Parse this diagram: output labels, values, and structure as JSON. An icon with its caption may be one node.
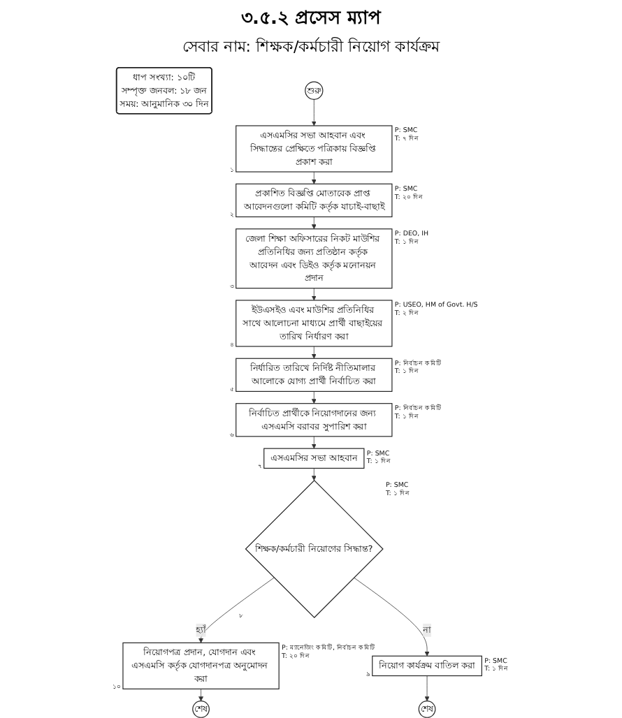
{
  "diagram": {
    "title": "৩.৫.২ প্রসেস ম্যাপ",
    "nodes": [
      {
        "text": [
          "ধাপ সংখ্যা: ১০টি",
          "সম্পৃক্ত জনবল: ১৮ জন",
          "সময়: আনুমানিক ৩০ দিন"
        ]
      },
      {
        "text": [
          "শুরু"
        ]
      },
      {
        "text": [
          "এসএমসির সভা আহবান এবং সিদ্ধান্তের প্রেক্ষিতে পত্রিকায় বিজ্ঞপ্তি প্রকাশ করা"
        ],
        "beside": [
          "P: SMC",
          "T: ৭ দিন",
          "১"
        ]
      },
      {
        "text": [
          "প্রকাশিত বিজ্ঞপ্তি মোতাবেক প্রাপ্ত আবেদনগুলো কমিটি কর্তৃক যাচাই-বাছাই"
        ],
        "beside": [
          "P: SMC",
          "T: ২০ দিন",
          "২"
        ]
      },
      {
        "text": [
          "জেলা শিক্ষা অফিসারের নিকট মাউশির প্রতিনিধির জন্য প্রতিষ্ঠান কর্তৃক আবেদন এবং ডিইও কর্তৃক মনোনয়ন প্রদান"
        ],
        "beside": [
          "P: DEO, IH",
          "T: ১ দিন",
          "৩"
        ]
      },
      {
        "text": [
          "ইউএসইও এবং মাউশির প্রতিনিধির সাথে আলোচনা মাধ্যমে প্রার্থী বাছাইয়ের তারিখ নির্ধারণ করা"
        ],
        "beside": [
          "P: USEO, HM of Govt. H/S",
          "T: ২ দিন",
          "৪"
        ]
      },
      {
        "text": [
          "নির্ধারিত তারিখে নির্দিষ্ট নীতিমালার আলোকে যোগ্য প্রার্থী নির্বাচিত করা"
        ],
        "beside": [
          "P: নির্বাচন কমিটি",
          "T: ১ দিন",
          "৫"
        ]
      },
      {
        "text": [
          "নির্বাচিত প্রার্থীকে নিয়োগদানের জন্য এসএমসি বরাবর সুপারিশ করা"
        ],
        "beside": [
          "P: নির্বাচন কমিটি",
          "T: ১ দিন",
          "৬"
        ]
      },
      {
        "text": [
          "এসএমসির সভা আহবান"
        ],
        "beside": [
          "P: SMC",
          "T: ১ দিন",
          "৭"
        ]
      },
      {
        "text": [
          "শিক্ষক/কর্মচারী নিয়োগের সিদ্ধান্ত?"
        ],
        "beside": [
          "P: SMC",
          "T: ১ দিন",
          "৮"
        ]
      },
      {
        "text": [
          "নিয়োগপত্র প্রদান, যোগদান এবং এসএমসি কর্তৃক যোগদানপত্র অনুমোদন করা"
        ],
        "beside": [
          "P: ম্যানেজিং কমিটি, নির্বাচন কমিটি",
          "T: ২০ দিন",
          "১০"
        ]
      },
      {
        "text": [
          "শেষ"
        ]
      },
      {
        "text": [
          "নিয়োগ কার্যক্রম বাতিল করা"
        ],
        "beside": [
          "P: SMC",
          "T: ১ দিন",
          "৯"
        ]
      },
      {
        "text": [
          "শেষ"
        ]
      }
    ],
    "edges": [
      {
        "from": 1,
        "to": 2,
        "arrow": "to"
      },
      {
        "from": 2,
        "to": 3,
        "arrow": "to"
      },
      {
        "from": 3,
        "to": 4,
        "arrow": "to"
      },
      {
        "from": 4,
        "to": 5,
        "arrow": "to"
      },
      {
        "from": 5,
        "to": 6,
        "arrow": "to"
      },
      {
        "from": 6,
        "to": 7,
        "arrow": "to"
      },
      {
        "from": 7,
        "to": 8,
        "arrow": "to"
      },
      {
        "from": 8,
        "to": 9,
        "arrow": "to"
      },
      {
        "from": 9,
        "to": 10,
        "arrow": "to",
        "label": "হ্যাঁ"
      },
      {
        "from": 10,
        "to": 11,
        "arrow": "to"
      },
      {
        "from": 9,
        "to": 12,
        "arrow": "to",
        "label": "না"
      },
      {
        "from": 12,
        "to": 13,
        "arrow": "to"
      }
    ],
    "labels": [
      "সেবার নাম: শিক্ষক/কর্মচারী নিয়োগ কার্যক্রম"
    ]
  }
}
